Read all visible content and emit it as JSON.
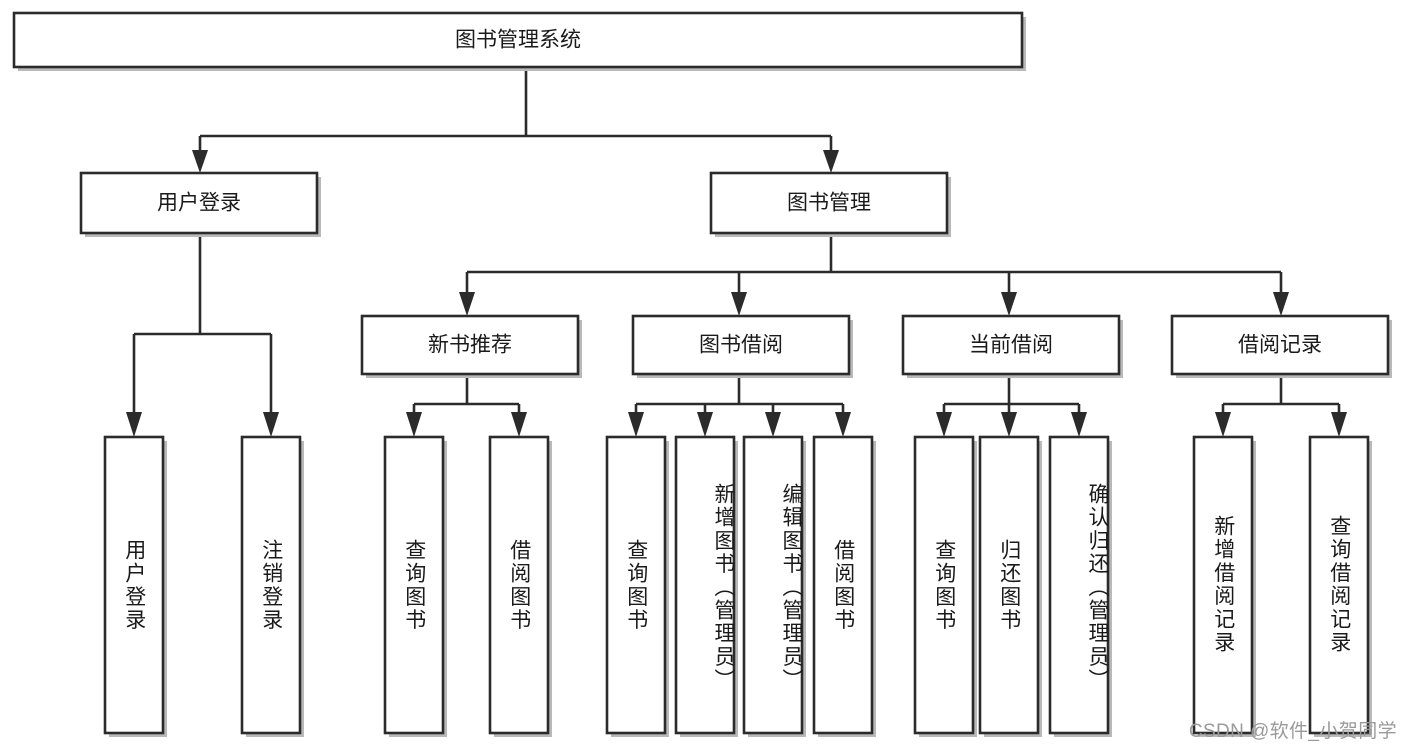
{
  "diagram": {
    "title": "图书管理系统",
    "watermark": "CSDN @软件_小贺同学",
    "type": "tree",
    "orientation": "top-down",
    "nodes": {
      "root": {
        "label": "图书管理系统",
        "level": 0
      },
      "user_login": {
        "label": "用户登录",
        "level": 1
      },
      "book_mgmt": {
        "label": "图书管理",
        "level": 1
      },
      "new_book_rec": {
        "label": "新书推荐",
        "level": 2
      },
      "book_borrow": {
        "label": "图书借阅",
        "level": 2
      },
      "current_borrow": {
        "label": "当前借阅",
        "level": 2
      },
      "borrow_record": {
        "label": "借阅记录",
        "level": 2
      },
      "leaf_user_login": {
        "label": "用户登录",
        "level": 3,
        "parent": "用户登录"
      },
      "leaf_logout": {
        "label": "注销登录",
        "level": 3,
        "parent": "用户登录"
      },
      "leaf_rec_query": {
        "label": "查询图书",
        "level": 3,
        "parent": "新书推荐"
      },
      "leaf_rec_borrow": {
        "label": "借阅图书",
        "level": 3,
        "parent": "新书推荐"
      },
      "leaf_bb_query": {
        "label": "查询图书",
        "level": 3,
        "parent": "图书借阅"
      },
      "leaf_bb_add": {
        "label": "新增图书（管理员）",
        "level": 3,
        "parent": "图书借阅"
      },
      "leaf_bb_edit": {
        "label": "编辑图书（管理员）",
        "level": 3,
        "parent": "图书借阅"
      },
      "leaf_bb_borrow": {
        "label": "借阅图书",
        "level": 3,
        "parent": "图书借阅"
      },
      "leaf_cb_query": {
        "label": "查询图书",
        "level": 3,
        "parent": "当前借阅"
      },
      "leaf_cb_return": {
        "label": "归还图书",
        "level": 3,
        "parent": "当前借阅"
      },
      "leaf_cb_confirm": {
        "label": "确认归还（管理员）",
        "level": 3,
        "parent": "当前借阅"
      },
      "leaf_br_add": {
        "label": "新增借阅记录",
        "level": 3,
        "parent": "借阅记录"
      },
      "leaf_br_query": {
        "label": "查询借阅记录",
        "level": 3,
        "parent": "借阅记录"
      }
    },
    "colors": {
      "stroke": "#2b2b2b",
      "fill": "#ffffff",
      "text": "#1a1a1a",
      "shadow": "#b9b9b9",
      "watermark": "#9a9a9a"
    }
  }
}
